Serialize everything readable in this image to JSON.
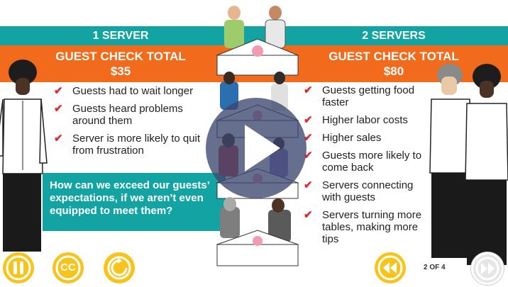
{
  "left": {
    "heading": "1 SERVER",
    "total_label": "GUEST CHECK TOTAL",
    "total_value": "$35",
    "items": [
      "Guests had to wait longer",
      "Guests heard problems around them",
      "Server is more likely to quit from frustration"
    ],
    "question": "How can we exceed our guests’ expectations, if we aren’t even equipped to meet them?"
  },
  "right": {
    "heading": "2 SERVERS",
    "total_label": "GUEST CHECK TOTAL",
    "total_value": "$80",
    "items": [
      "Guests getting food faster",
      "Higher labor costs",
      "Higher sales",
      "Guests more likely to come back",
      "Servers connecting with guests",
      "Servers turning more tables, making more tips"
    ]
  },
  "controls": {
    "pause_icon": "pause-icon",
    "cc_label": "CC",
    "replay_icon": "replay-icon",
    "rewind_icon": "rewind-icon",
    "forward_icon": "fast-forward-icon",
    "page_indicator": "2 OF 4"
  },
  "colors": {
    "teal": "#13a3a3",
    "orange": "#f26a1b",
    "check_red": "#e2282c",
    "control_yellow": "#f6c41a",
    "play_overlay": "#3c466e"
  }
}
